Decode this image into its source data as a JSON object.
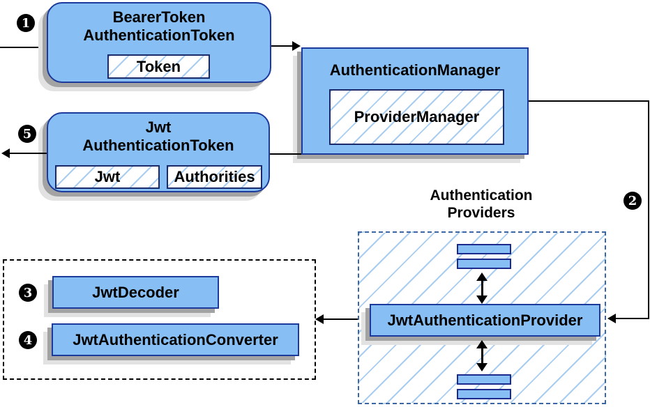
{
  "steps": {
    "s1": "1",
    "s2": "2",
    "s3": "3",
    "s4": "4",
    "s5": "5"
  },
  "bearer_box": {
    "title_line1": "BearerToken",
    "title_line2": "AuthenticationToken",
    "chip_label": "Token"
  },
  "auth_manager_box": {
    "title": "AuthenticationManager",
    "chip_label": "ProviderManager"
  },
  "jwt_box": {
    "title_line1": "Jwt",
    "title_line2": "AuthenticationToken",
    "chip_jwt_label": "Jwt",
    "chip_authorities_label": "Authorities"
  },
  "providers_section": {
    "label_line1": "Authentication",
    "label_line2": "Providers",
    "provider_label": "JwtAuthenticationProvider"
  },
  "helpers_section": {
    "decoder_label": "JwtDecoder",
    "converter_label": "JwtAuthenticationConverter"
  },
  "colors": {
    "node_fill": "#87BEF3",
    "node_border": "#1B3A9B",
    "chip_border": "#1B2A6B",
    "hatch_line": "#A9CDF0",
    "providers_dash_border": "#3A66A8",
    "helpers_dash_border": "#000000",
    "shadow_dark": "#A3A3A3",
    "shadow_light": "#E2E2E2",
    "arrow": "#000000",
    "badge_bg": "#000000",
    "badge_text": "#FFFFFF"
  }
}
